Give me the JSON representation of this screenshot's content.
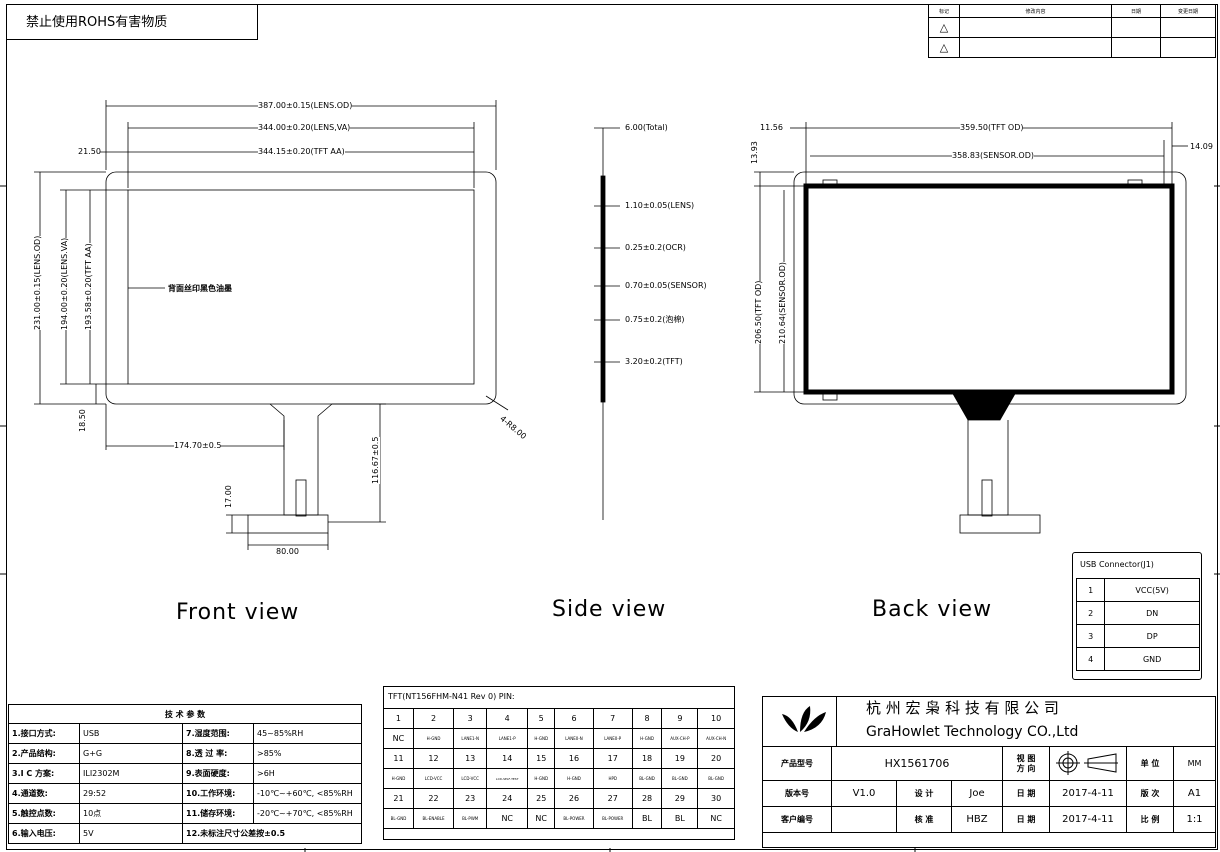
{
  "top_note": "禁止使用ROHS有害物质",
  "revision": {
    "headers": [
      "标记",
      "修改内容",
      "日期",
      "变更日期"
    ],
    "marks": [
      "△",
      "△"
    ]
  },
  "front": {
    "dims": {
      "lens_od": "387.00±0.15(LENS.OD)",
      "lens_va": "344.00±0.20(LENS,VA)",
      "tft_aa": "344.15±0.20(TFT AA)",
      "left_offset": "21.50",
      "h_lens_od": "231.00±0.15(LENS.OD)",
      "h_lens_va": "194.00±0.20(LENS.VA)",
      "h_tft_aa": "193.58±0.20(TFT AA)",
      "bottom_offset": "18.50",
      "fpc_offset": "174.70±0.5",
      "fpc_len": "116.67±0.5",
      "radius": "4-R8.00",
      "conn_h": "17.00",
      "conn_w": "80.00"
    },
    "silk_note": "背面丝印黑色油墨",
    "title": "Front view"
  },
  "side": {
    "total": "6.00(Total)",
    "layers": [
      "1.10±0.05(LENS)",
      "0.25±0.2(OCR)",
      "0.70±0.05(SENSOR)",
      "0.75±0.2(泡棉)",
      "3.20±0.2(TFT)"
    ],
    "title": "Side view"
  },
  "back": {
    "dims": {
      "left_offset": "11.56",
      "tft_od": "359.50(TFT OD)",
      "right_offset": "14.09",
      "sensor_od": "358.83(SENSOR.OD)",
      "top_offset": "13.93",
      "h_tft_od": "206.50(TFT OD)",
      "h_sensor_od": "210.64(SENSOR.OD)"
    },
    "title": "Back view"
  },
  "usb": {
    "title": "USB Connector(J1)",
    "rows": [
      [
        "1",
        "VCC(5V)"
      ],
      [
        "2",
        "DN"
      ],
      [
        "3",
        "DP"
      ],
      [
        "4",
        "GND"
      ]
    ]
  },
  "spec": {
    "title": "技 术 参 数",
    "rows": [
      [
        "1.接口方式:",
        "USB",
        "7.湿度范围:",
        "45~85%RH"
      ],
      [
        "2.产品结构:",
        "G+G",
        "8.透 过 率:",
        ">85%"
      ],
      [
        "3.I C 方案:",
        "ILI2302M",
        "9.表面硬度:",
        ">6H"
      ],
      [
        "4.通道数:",
        "29:52",
        "10.工作环境:",
        "-10℃~+60℃, <85%RH"
      ],
      [
        "5.触控点数:",
        "10点",
        "11.储存环境:",
        "-20℃~+70℃, <85%RH"
      ],
      [
        "6.输入电压:",
        "5V",
        "12.未标注尺寸公差按±0.5",
        ""
      ]
    ]
  },
  "pins": {
    "title": "TFT(NT156FHM-N41 Rev 0) PIN:",
    "rows": [
      [
        "1",
        "2",
        "3",
        "4",
        "5",
        "6",
        "7",
        "8",
        "9",
        "10"
      ],
      [
        "NC",
        "H-GND",
        "LANE1-N",
        "LANE1-P",
        "H-GND",
        "LANE0-N",
        "LANE0-P",
        "H-GND",
        "AUX-CH-P",
        "AUX-CH-N"
      ],
      [
        "11",
        "12",
        "13",
        "14",
        "15",
        "16",
        "17",
        "18",
        "19",
        "20"
      ],
      [
        "H-GND",
        "LCD-VCC",
        "LCD-VCC",
        "LCD-SELF-TEST",
        "H-GND",
        "H-GND",
        "HPD",
        "BL-GND",
        "BL-GND",
        "BL-GND"
      ],
      [
        "21",
        "22",
        "23",
        "24",
        "25",
        "26",
        "27",
        "28",
        "29",
        "30"
      ],
      [
        "BL-GND",
        "BL-ENABLE",
        "BL-PWM",
        "NC",
        "NC",
        "BL-POWER",
        "BL-POWER",
        "BL",
        "BL",
        "NC"
      ]
    ]
  },
  "titleblock": {
    "company_cn": "杭 州 宏 枭 科 技 有 限 公 司",
    "company_en": "GraHowlet Technology CO.,Ltd",
    "model_label": "产品型号",
    "model": "HX1561706",
    "view_dir": "视 图\n方 向",
    "unit_label": "单 位",
    "unit": "MM",
    "version_label": "版本号",
    "version": "V1.0",
    "design_label": "设 计",
    "designer": "Joe",
    "date_label": "日 期",
    "date1": "2017-4-11",
    "rev_label": "版 次",
    "rev": "A1",
    "customer_label": "客户编号",
    "approve_label": "核 准",
    "approver": "HBZ",
    "date2": "2017-4-11",
    "scale_label": "比 例",
    "scale": "1:1"
  }
}
